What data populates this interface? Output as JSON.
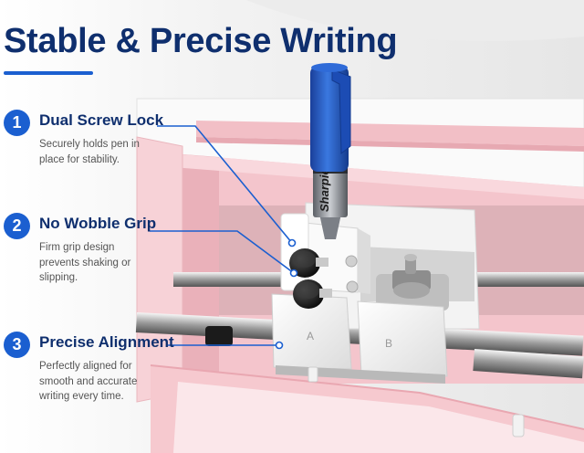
{
  "title": "Stable & Precise Writing",
  "pen_brand": "Sharpie",
  "features": [
    {
      "number": "1",
      "title": "Dual Screw Lock",
      "description": "Securely holds pen in place for stability."
    },
    {
      "number": "2",
      "title": "No Wobble Grip",
      "description": "Firm grip design prevents shaking or slipping."
    },
    {
      "number": "3",
      "title": "Precise Alignment",
      "description": "Perfectly aligned for smooth and accurate writing every time."
    }
  ],
  "holder_letters": [
    "A",
    "B"
  ],
  "colors": {
    "accent": "#1b5fd0",
    "title": "#0f2f6e",
    "machine_pink": "#f2bfc6",
    "pen_blue": "#1f57c6"
  }
}
